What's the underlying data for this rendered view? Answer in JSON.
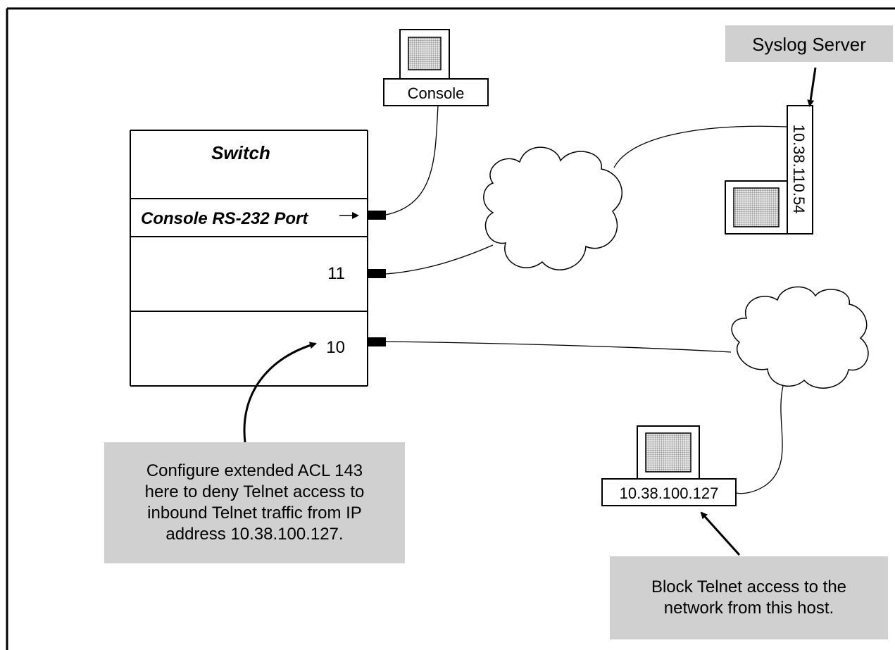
{
  "switch": {
    "title": "Switch",
    "console_port_label": "Console RS-232 Port",
    "port_11_label": "11",
    "port_10_label": "10"
  },
  "console": {
    "label": "Console"
  },
  "syslog": {
    "label": "Syslog Server",
    "ip": "10.38.110.54"
  },
  "host": {
    "ip": "10.38.100.127"
  },
  "callouts": {
    "acl": "Configure extended ACL 143\nhere to deny Telnet access to\ninbound Telnet traffic from IP\naddress 10.38.100.127.",
    "block": "Block Telnet access to the\nnetwork from this host."
  },
  "colors": {
    "callout_bg": "#d0d0d0",
    "line": "#000000"
  }
}
